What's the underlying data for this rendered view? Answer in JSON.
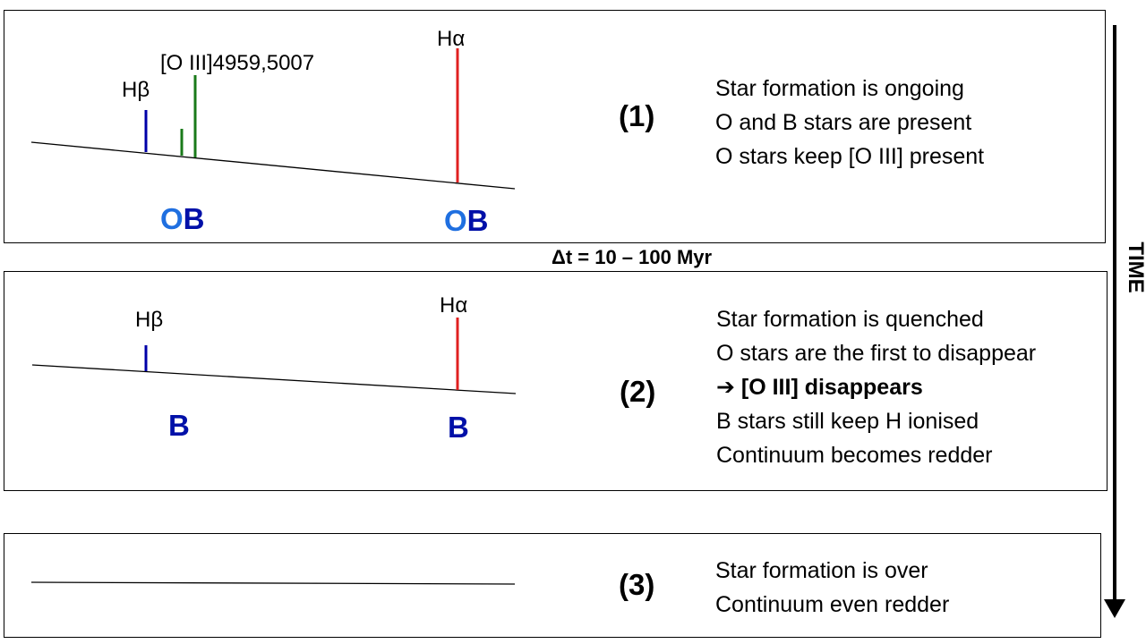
{
  "colors": {
    "h_beta": "#0000a8",
    "oiii": "#1a7a1a",
    "h_alpha": "#e02020",
    "o_star": "#1f6fe0",
    "b_star": "#0010a8",
    "text": "#000000"
  },
  "panel_1": {
    "step": "(1)",
    "labels": {
      "h_beta": "Hβ",
      "oiii": "[O III]4959,5007",
      "h_alpha": "Hα"
    },
    "stars_left": {
      "o": "O",
      "b": "B"
    },
    "stars_right": {
      "o": "O",
      "b": "B"
    },
    "notes": [
      "Star formation is ongoing",
      "O and B stars are present",
      "O stars keep [O III] present"
    ]
  },
  "transition": "Δt = 10 – 100 Myr",
  "panel_2": {
    "step": "(2)",
    "labels": {
      "h_beta": "Hβ",
      "h_alpha": "Hα"
    },
    "stars_left": {
      "b": "B"
    },
    "stars_right": {
      "b": "B"
    },
    "notes": [
      "Star formation is quenched",
      "O stars are the first to disappear",
      "➔ [O III] disappears",
      "B stars still keep H ionised",
      "Continuum becomes redder"
    ]
  },
  "panel_3": {
    "step": "(3)",
    "notes": [
      "Star formation is over",
      "Continuum even redder"
    ]
  },
  "time_axis": {
    "label": "TIME"
  }
}
